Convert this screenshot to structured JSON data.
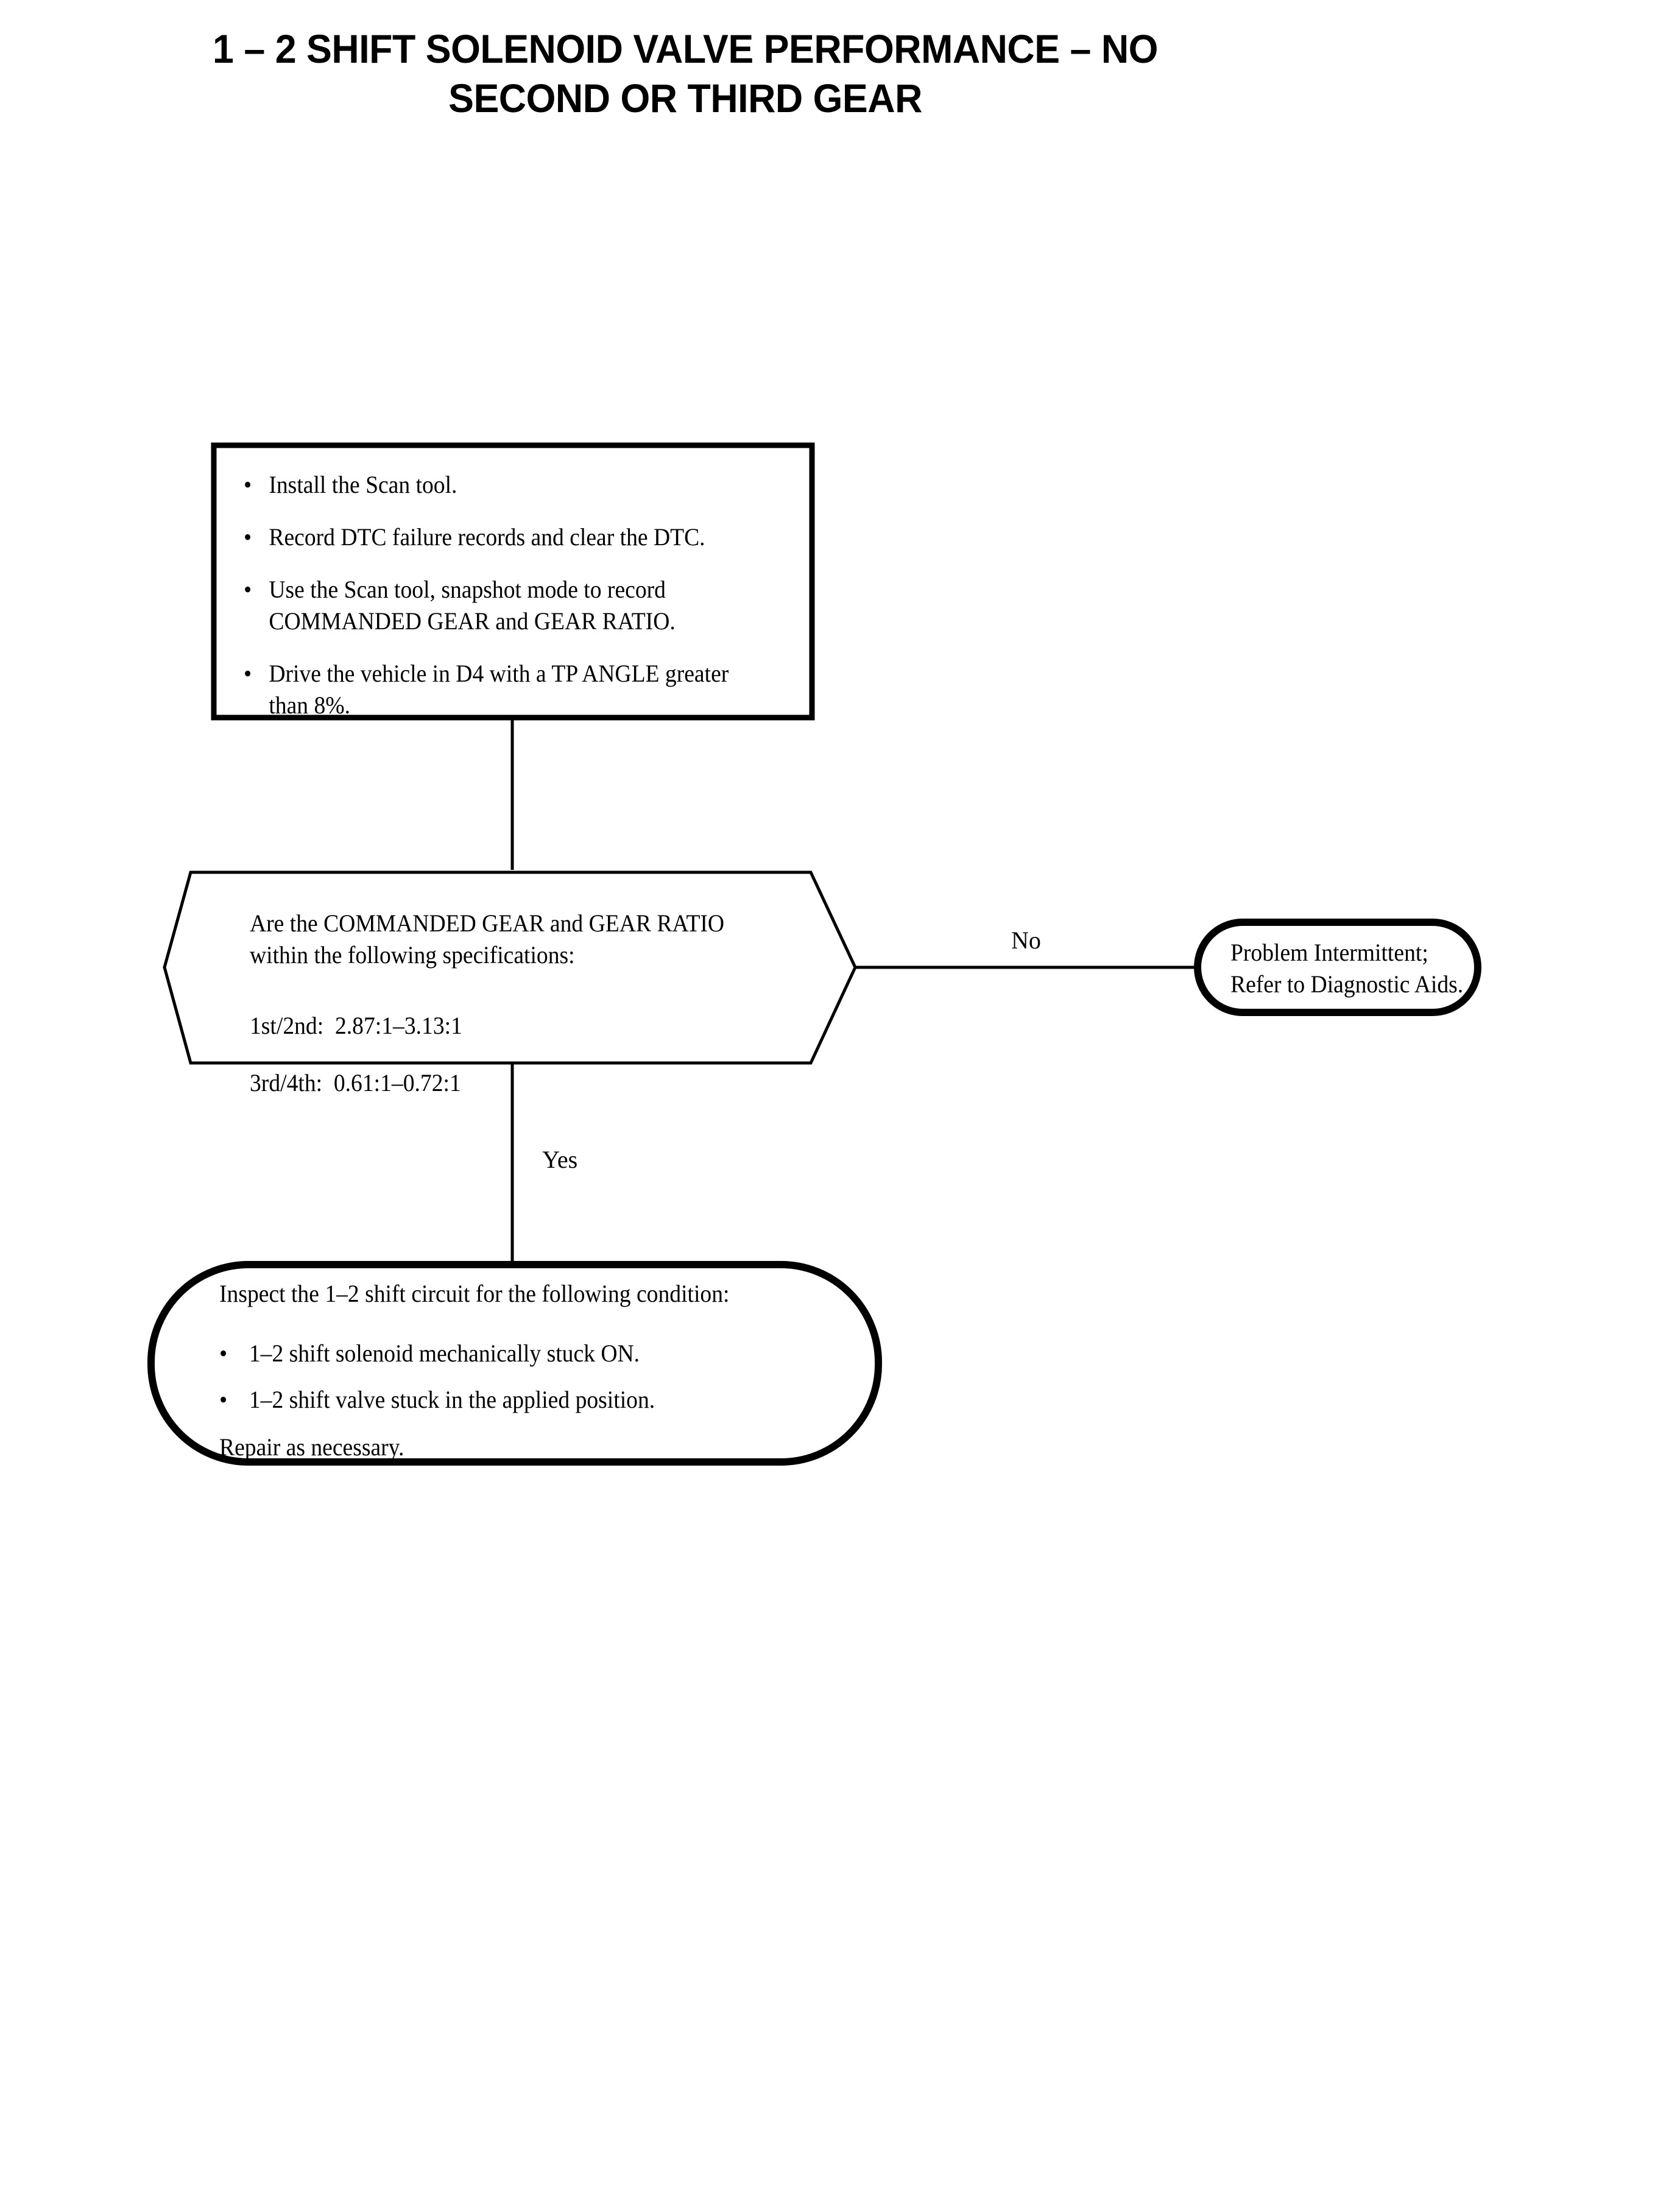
{
  "title": {
    "line1": "1 – 2 SHIFT SOLENOID VALVE PERFORMANCE – NO",
    "line2": "SECOND OR THIRD GEAR"
  },
  "process_box": {
    "bullet_marker": "•",
    "items": [
      {
        "lines": [
          "Install the Scan tool."
        ]
      },
      {
        "lines": [
          "Record DTC failure records and clear the DTC."
        ]
      },
      {
        "lines": [
          "Use the Scan tool, snapshot mode to record",
          "COMMANDED GEAR and GEAR RATIO."
        ]
      },
      {
        "lines": [
          "Drive the vehicle in D4 with a TP ANGLE greater",
          "than 8%."
        ]
      }
    ]
  },
  "decision": {
    "question_line1": "Are the COMMANDED GEAR and GEAR RATIO",
    "question_line2": "within the following specifications:",
    "spec1": "1st/2nd:  2.87:1–3.13:1",
    "spec2": "3rd/4th:  0.61:1–0.72:1"
  },
  "branches": {
    "no_label": "No",
    "yes_label": "Yes"
  },
  "terminal_no": {
    "line1": "Problem Intermittent;",
    "line2": "Refer to Diagnostic Aids."
  },
  "terminal_yes": {
    "heading": "Inspect the 1–2 shift circuit for the following condition:",
    "bullet_marker": "•",
    "items": [
      "1–2 shift solenoid mechanically stuck ON.",
      "1–2 shift valve stuck in the applied position."
    ],
    "closing": "Repair as necessary."
  },
  "colors": {
    "ink": "#000000",
    "paper": "#ffffff"
  }
}
